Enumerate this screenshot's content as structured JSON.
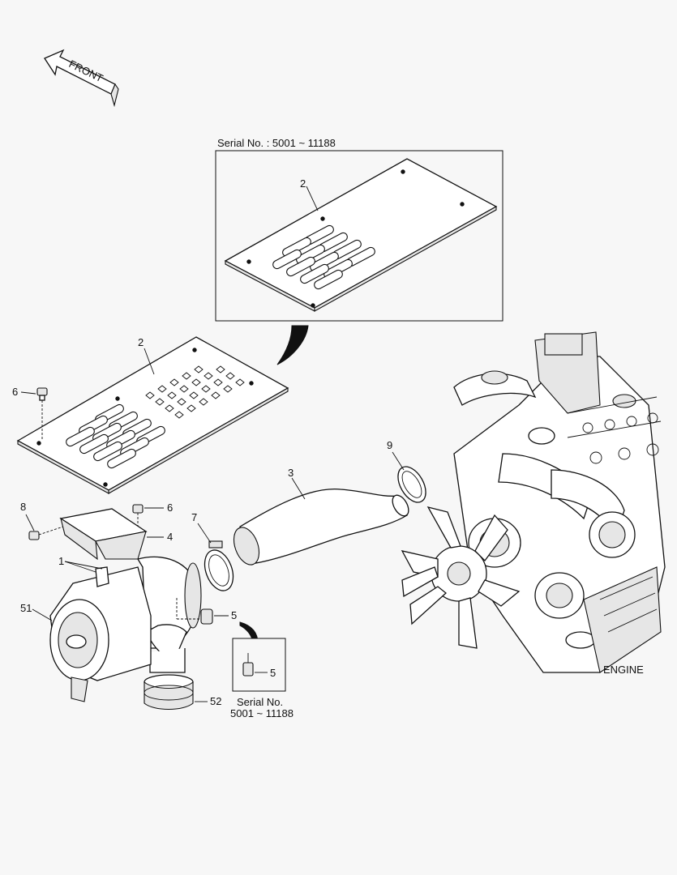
{
  "front_label": "FRONT",
  "inset_top": {
    "title": "Serial No. : 5001 ~ 11188"
  },
  "inset_bottom": {
    "line1": "Serial No.",
    "line2": "5001 ~ 11188"
  },
  "engine_label": "ENGINE",
  "callouts": {
    "c1": "1",
    "c2_inset": "2",
    "c2_main": "2",
    "c3": "3",
    "c4": "4",
    "c5_main": "5",
    "c5_inset": "5",
    "c6_left": "6",
    "c6_right": "6",
    "c7": "7",
    "c8": "8",
    "c9": "9",
    "c51": "51",
    "c52": "52"
  }
}
